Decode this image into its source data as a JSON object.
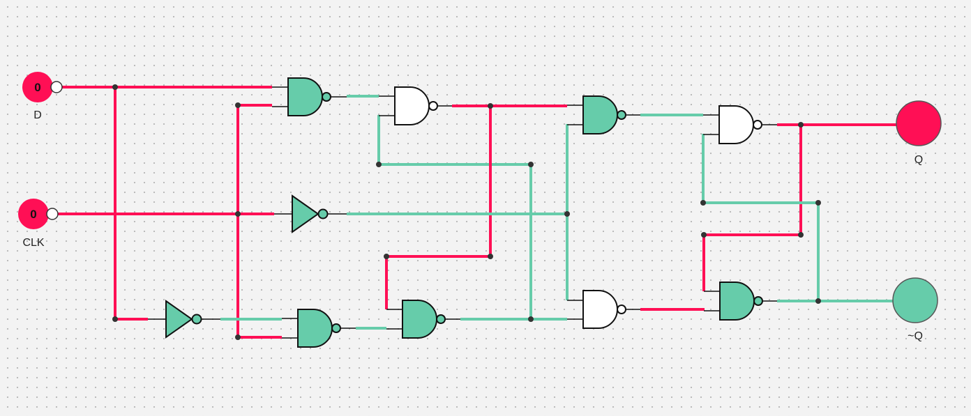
{
  "inputs": {
    "d": {
      "label": "D",
      "value": "0"
    },
    "clk": {
      "label": "CLK",
      "value": "0"
    }
  },
  "outputs": {
    "q": {
      "label": "Q"
    },
    "nq": {
      "label": "~Q"
    }
  },
  "colors": {
    "high": "#ff0f55",
    "low": "#66ccaa",
    "gate_on": "#66ccaa",
    "gate_off": "#ffffff",
    "junction": "#333333"
  },
  "icons": {
    "gate": "nand-gate-icon",
    "not": "not-gate-icon",
    "input": "toggle-input-icon",
    "output": "output-lamp-icon"
  }
}
